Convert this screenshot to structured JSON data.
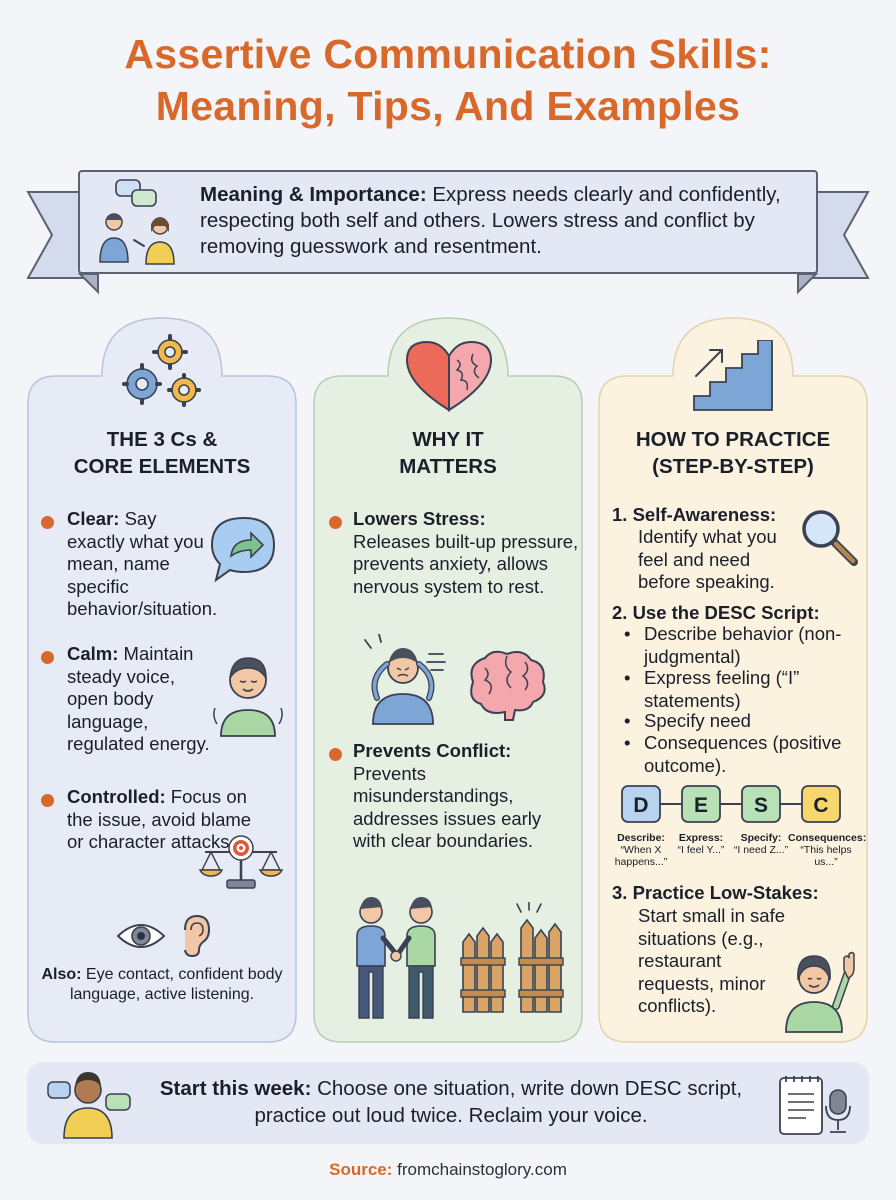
{
  "title": {
    "line1": "Assertive Communication Skills:",
    "line2": "Meaning, Tips, And Examples"
  },
  "banner": {
    "label": "Meaning & Importance:",
    "text": " Express needs clearly and confidently, respecting both self and others. Lowers stress and conflict by removing guesswork and resentment."
  },
  "col1": {
    "title_line1": "THE 3 Cs &",
    "title_line2": "CORE ELEMENTS",
    "items": [
      {
        "label": "Clear:",
        "text": " Say exactly what you mean, name specific behavior/situation."
      },
      {
        "label": "Calm:",
        "text": " Maintain steady voice, open body language, regulated energy."
      },
      {
        "label": "Controlled:",
        "text": " Focus on the issue, avoid blame or character attacks."
      }
    ],
    "also_label": "Also:",
    "also_text": " Eye contact, confident body language, active listening."
  },
  "col2": {
    "title_line1": "WHY IT",
    "title_line2": "MATTERS",
    "items": [
      {
        "label": "Lowers Stress:",
        "text": "Releases built-up pressure, prevents anxiety, allows nervous system to rest."
      },
      {
        "label": "Prevents Conflict:",
        "text": "Prevents misunderstandings, addresses issues early with clear boundaries."
      }
    ]
  },
  "col3": {
    "title_line1": "HOW TO PRACTICE",
    "title_line2": "(STEP-BY-STEP)",
    "step1_label": "1. Self-Awareness:",
    "step1_text": "Identify what you feel and need before speaking.",
    "step2_label": "2. Use the DESC Script:",
    "bullets": [
      "Describe behavior (non-judgmental)",
      "Express feeling (“I” statements)",
      "Specify need",
      "Consequences (positive outcome)."
    ],
    "desc_letters": [
      "D",
      "E",
      "S",
      "C"
    ],
    "desc_labels": [
      {
        "label": "Describe:",
        "text": "“When X happens...”"
      },
      {
        "label": "Express:",
        "text": "“I feel Y...”"
      },
      {
        "label": "Specify:",
        "text": "“I need Z...”"
      },
      {
        "label": "Consequences:",
        "text": "“This helps us...”"
      }
    ],
    "step3_label": "3. Practice Low-Stakes:",
    "step3_text": "Start small in safe situations (e.g., restaurant requests, minor conflicts)."
  },
  "footer": {
    "label": "Start this week:",
    "text": " Choose one situation, write down DESC script, practice out loud twice. Reclaim your voice."
  },
  "source": {
    "label": "Source:",
    "text": " fromchainstoglory.com"
  },
  "colors": {
    "accent": "#d9692a",
    "col1_bg": "#e6ebf6",
    "col2_bg": "#e5f0e3",
    "col3_bg": "#fbf2df"
  }
}
